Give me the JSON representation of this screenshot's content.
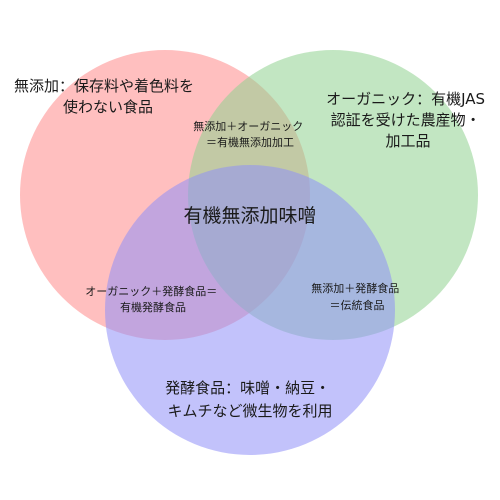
{
  "circles": [
    {
      "id": "additive-free",
      "color": "#ff8a8a",
      "lines": [
        "無添加：保存料や着色料を",
        "使わない食品"
      ]
    },
    {
      "id": "organic",
      "color": "#8fd18f",
      "lines": [
        "オーガニック：有機JAS",
        "認証を受けた農産物・",
        "加工品"
      ]
    },
    {
      "id": "fermented",
      "color": "#8f8ff7",
      "lines": [
        "発酵食品：味噌・納豆・",
        "キムチなど微生物を利用"
      ]
    }
  ],
  "overlaps": {
    "additive_organic": [
      "無添加＋オーガニック",
      "＝有機無添加加工"
    ],
    "organic_fermented": [
      "オーガニック＋発酵食品＝",
      "有機発酵食品"
    ],
    "additive_fermented": [
      "無添加＋発酵食品",
      "＝伝統食品"
    ]
  },
  "center": "有機無添加味噌"
}
